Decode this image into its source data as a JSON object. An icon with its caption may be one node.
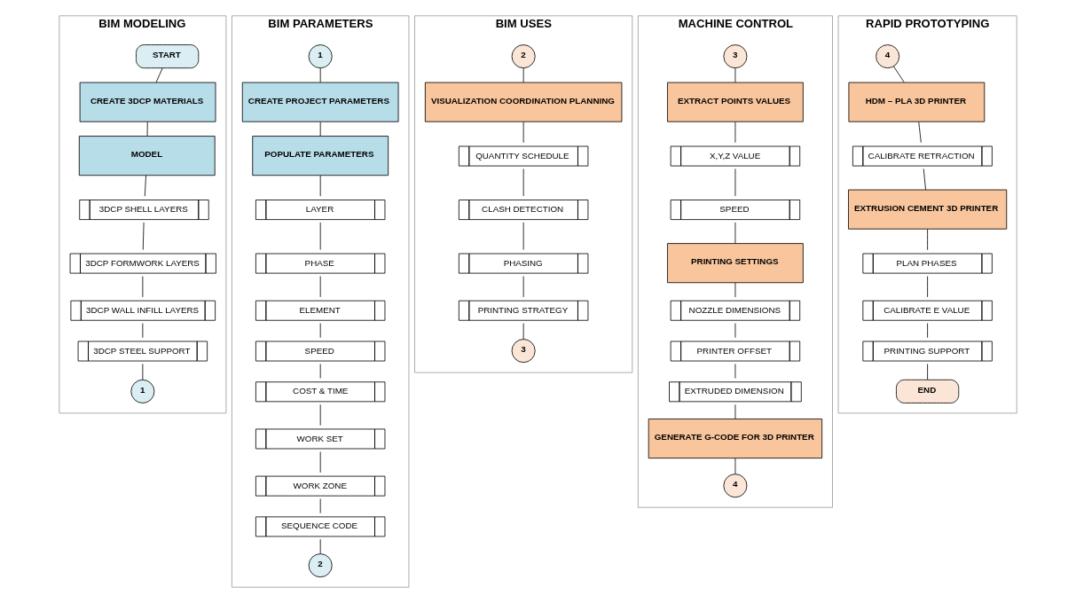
{
  "diagram": {
    "nodes": [
      {
        "text": [
          "BIM MODELING"
        ]
      },
      {
        "text": [
          "START"
        ],
        "in": 0
      },
      {
        "text": [
          "CREATE 3DCP MATERIALS"
        ],
        "in": 0
      },
      {
        "text": [
          "MODEL"
        ],
        "in": 0
      },
      {
        "text": [
          "3DCP SHELL LAYERS"
        ],
        "in": 0
      },
      {
        "text": [
          "3DCP FORMWORK LAYERS"
        ],
        "in": 0
      },
      {
        "text": [
          "3DCP WALL INFILL LAYERS"
        ],
        "in": 0
      },
      {
        "text": [
          "3DCP STEEL SUPPORT"
        ],
        "in": 0
      },
      {
        "text": [
          "1"
        ],
        "in": 0
      },
      {
        "text": [
          "BIM PARAMETERS"
        ]
      },
      {
        "text": [
          "1"
        ],
        "in": 9
      },
      {
        "text": [
          "CREATE PROJECT PARAMETERS"
        ],
        "in": 9
      },
      {
        "text": [
          "POPULATE PARAMETERS"
        ],
        "in": 9
      },
      {
        "text": [
          "LAYER"
        ],
        "in": 9
      },
      {
        "text": [
          "PHASE"
        ],
        "in": 9
      },
      {
        "text": [
          "ELEMENT"
        ],
        "in": 9
      },
      {
        "text": [
          "SPEED"
        ],
        "in": 9
      },
      {
        "text": [
          "COST & TIME"
        ],
        "in": 9
      },
      {
        "text": [
          "WORK SET"
        ],
        "in": 9
      },
      {
        "text": [
          "WORK ZONE"
        ],
        "in": 9
      },
      {
        "text": [
          "SEQUENCE CODE"
        ],
        "in": 9
      },
      {
        "text": [
          "2"
        ],
        "in": 9
      },
      {
        "text": [
          "BIM USES"
        ]
      },
      {
        "text": [
          "2"
        ],
        "in": 22
      },
      {
        "text": [
          "VISUALIZATION COORDINATION PLANNING"
        ],
        "in": 22
      },
      {
        "text": [
          "QUANTITY SCHEDULE"
        ],
        "in": 22
      },
      {
        "text": [
          "CLASH DETECTION"
        ],
        "in": 22
      },
      {
        "text": [
          "PHASING"
        ],
        "in": 22
      },
      {
        "text": [
          "PRINTING STRATEGY"
        ],
        "in": 22
      },
      {
        "text": [
          "3"
        ],
        "in": 22
      },
      {
        "text": [
          "MACHINE CONTROL"
        ]
      },
      {
        "text": [
          "3"
        ],
        "in": 30
      },
      {
        "text": [
          "EXTRACT POINTS VALUES"
        ],
        "in": 30
      },
      {
        "text": [
          "X,Y,Z VALUE"
        ],
        "in": 30
      },
      {
        "text": [
          "SPEED"
        ],
        "in": 30
      },
      {
        "text": [
          "PRINTING SETTINGS"
        ],
        "in": 30
      },
      {
        "text": [
          "NOZZLE DIMENSIONS"
        ],
        "in": 30
      },
      {
        "text": [
          "PRINTER OFFSET"
        ],
        "in": 30
      },
      {
        "text": [
          "EXTRUDED DIMENSION"
        ],
        "in": 30
      },
      {
        "text": [
          "GENERATE G-CODE FOR 3D PRINTER"
        ],
        "in": 30
      },
      {
        "text": [
          "4"
        ],
        "in": 30
      },
      {
        "text": [
          "RAPID PROTOTYPING"
        ]
      },
      {
        "text": [
          "4"
        ],
        "in": 41
      },
      {
        "text": [
          "HDM – PLA 3D PRINTER"
        ],
        "in": 41
      },
      {
        "text": [
          "CALIBRATE RETRACTION"
        ],
        "in": 41
      },
      {
        "text": [
          "EXTRUSION CEMENT 3D PRINTER"
        ],
        "in": 41
      },
      {
        "text": [
          "PLAN PHASES"
        ],
        "in": 41
      },
      {
        "text": [
          "CALIBRATE E VALUE"
        ],
        "in": 41
      },
      {
        "text": [
          "PRINTING SUPPORT"
        ],
        "in": 41
      },
      {
        "text": [
          "END"
        ],
        "in": 41
      }
    ],
    "edges": [
      {
        "from": 1,
        "to": 2,
        "arrow": "none"
      },
      {
        "from": 2,
        "to": 3,
        "arrow": "none"
      },
      {
        "from": 3,
        "to": 4,
        "arrow": "none"
      },
      {
        "from": 4,
        "to": 5,
        "arrow": "none"
      },
      {
        "from": 5,
        "to": 6,
        "arrow": "none"
      },
      {
        "from": 6,
        "to": 7,
        "arrow": "none"
      },
      {
        "from": 7,
        "to": 8,
        "arrow": "none"
      },
      {
        "from": 10,
        "to": 11,
        "arrow": "none"
      },
      {
        "from": 11,
        "to": 12,
        "arrow": "none"
      },
      {
        "from": 12,
        "to": 13,
        "arrow": "none"
      },
      {
        "from": 13,
        "to": 14,
        "arrow": "none"
      },
      {
        "from": 14,
        "to": 15,
        "arrow": "none"
      },
      {
        "from": 15,
        "to": 16,
        "arrow": "none"
      },
      {
        "from": 16,
        "to": 17,
        "arrow": "none"
      },
      {
        "from": 17,
        "to": 18,
        "arrow": "none"
      },
      {
        "from": 18,
        "to": 19,
        "arrow": "none"
      },
      {
        "from": 19,
        "to": 20,
        "arrow": "none"
      },
      {
        "from": 20,
        "to": 21,
        "arrow": "none"
      },
      {
        "from": 23,
        "to": 24,
        "arrow": "none"
      },
      {
        "from": 24,
        "to": 25,
        "arrow": "none"
      },
      {
        "from": 25,
        "to": 26,
        "arrow": "none"
      },
      {
        "from": 26,
        "to": 27,
        "arrow": "none"
      },
      {
        "from": 27,
        "to": 28,
        "arrow": "none"
      },
      {
        "from": 28,
        "to": 29,
        "arrow": "none"
      },
      {
        "from": 31,
        "to": 32,
        "arrow": "none"
      },
      {
        "from": 32,
        "to": 33,
        "arrow": "none"
      },
      {
        "from": 33,
        "to": 34,
        "arrow": "none"
      },
      {
        "from": 34,
        "to": 35,
        "arrow": "none"
      },
      {
        "from": 35,
        "to": 36,
        "arrow": "none"
      },
      {
        "from": 36,
        "to": 37,
        "arrow": "none"
      },
      {
        "from": 37,
        "to": 38,
        "arrow": "none"
      },
      {
        "from": 38,
        "to": 39,
        "arrow": "none"
      },
      {
        "from": 39,
        "to": 40,
        "arrow": "none"
      },
      {
        "from": 42,
        "to": 43,
        "arrow": "none"
      },
      {
        "from": 43,
        "to": 44,
        "arrow": "none"
      },
      {
        "from": 44,
        "to": 45,
        "arrow": "none"
      },
      {
        "from": 45,
        "to": 46,
        "arrow": "none"
      },
      {
        "from": 46,
        "to": 47,
        "arrow": "none"
      },
      {
        "from": 47,
        "to": 48,
        "arrow": "none"
      },
      {
        "from": 48,
        "to": 49,
        "arrow": "none"
      }
    ]
  }
}
